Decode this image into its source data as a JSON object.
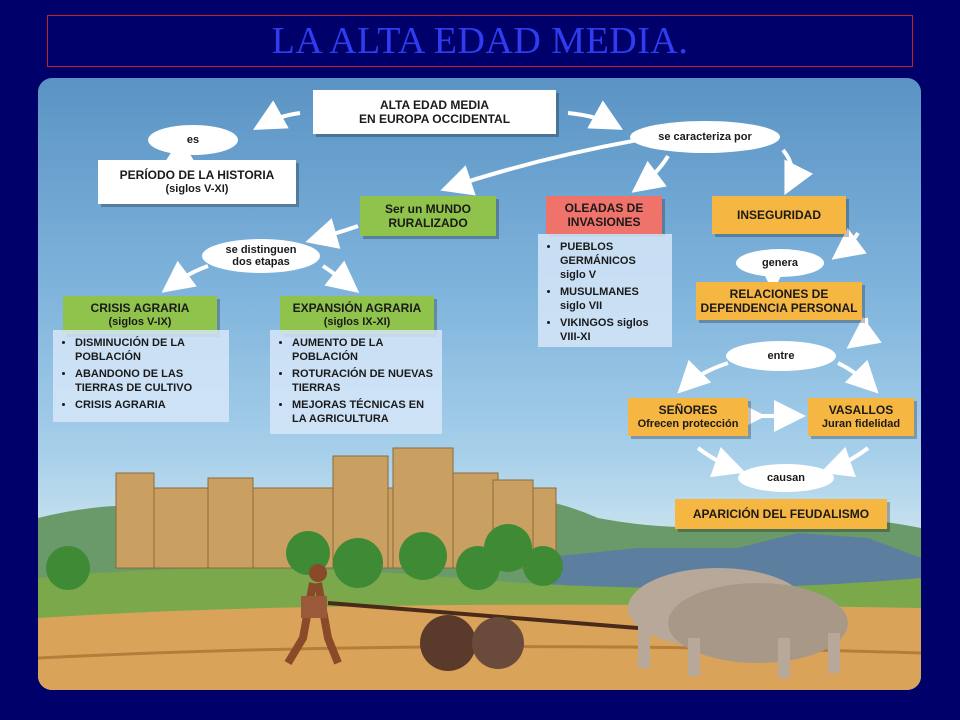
{
  "slide": {
    "title": "LA ALTA EDAD MEDIA."
  },
  "map": {
    "root": {
      "line1": "ALTA EDAD MEDIA",
      "line2": "EN EUROPA OCCIDENTAL"
    },
    "es_label": "es",
    "periodo": {
      "line1": "PERÍODO DE LA HISTORIA",
      "line2": "(siglos V-XI)"
    },
    "caracteriza_label": "se caracteriza por",
    "rural": {
      "line1": "Ser un MUNDO",
      "line2": "RURALIZADO"
    },
    "oleadas": {
      "line1": "OLEADAS DE",
      "line2": "INVASIONES",
      "items": [
        "PUEBLOS GERMÁNICOS siglo V",
        "MUSULMANES siglo VII",
        "VIKINGOS siglos VIII-XI"
      ]
    },
    "inseguridad": "INSEGURIDAD",
    "distinguen_label": {
      "line1": "se distinguen",
      "line2": "dos etapas"
    },
    "crisis": {
      "line1": "CRISIS AGRARIA",
      "line2": "(siglos V-IX)",
      "items": [
        "DISMINUCIÓN DE LA POBLACIÓN",
        "ABANDONO DE LAS TIERRAS DE CULTIVO",
        "CRISIS AGRARIA"
      ]
    },
    "expansion": {
      "line1": "EXPANSIÓN AGRARIA",
      "line2": "(siglos IX-XI)",
      "items": [
        "AUMENTO DE LA POBLACIÓN",
        "ROTURACIÓN DE NUEVAS TIERRAS",
        "MEJORAS TÉCNICAS EN LA AGRICULTURA"
      ]
    },
    "genera_label": "genera",
    "relaciones": {
      "line1": "RELACIONES DE",
      "line2": "DEPENDENCIA PERSONAL"
    },
    "entre_label": "entre",
    "senores": {
      "line1": "SEÑORES",
      "line2": "Ofrecen protección"
    },
    "vasallos": {
      "line1": "VASALLOS",
      "line2": "Juran fidelidad"
    },
    "causan_label": "causan",
    "feudalismo": "APARICIÓN DEL FEUDALISMO"
  },
  "colors": {
    "background": "#00006b",
    "title": "#2f3cf0",
    "title_border": "#c8202a",
    "green": "#8fc34c",
    "red": "#f0736b",
    "orange": "#f6b642"
  }
}
